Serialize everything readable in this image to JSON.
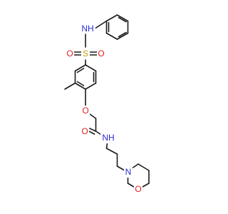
{
  "molecule": {
    "atom_labels": {
      "nh_top": "NH",
      "s": "S",
      "o_s_left": "O",
      "o_s_right": "O",
      "o_ether": "O",
      "o_carbonyl": "O",
      "nh_amide": "NH",
      "n_morph": "N",
      "o_morph": "O"
    },
    "colors": {
      "bond": "#1a1a1a",
      "nitrogen": "#2a2ad6",
      "oxygen": "#e02020",
      "sulfur": "#c8a000"
    }
  }
}
